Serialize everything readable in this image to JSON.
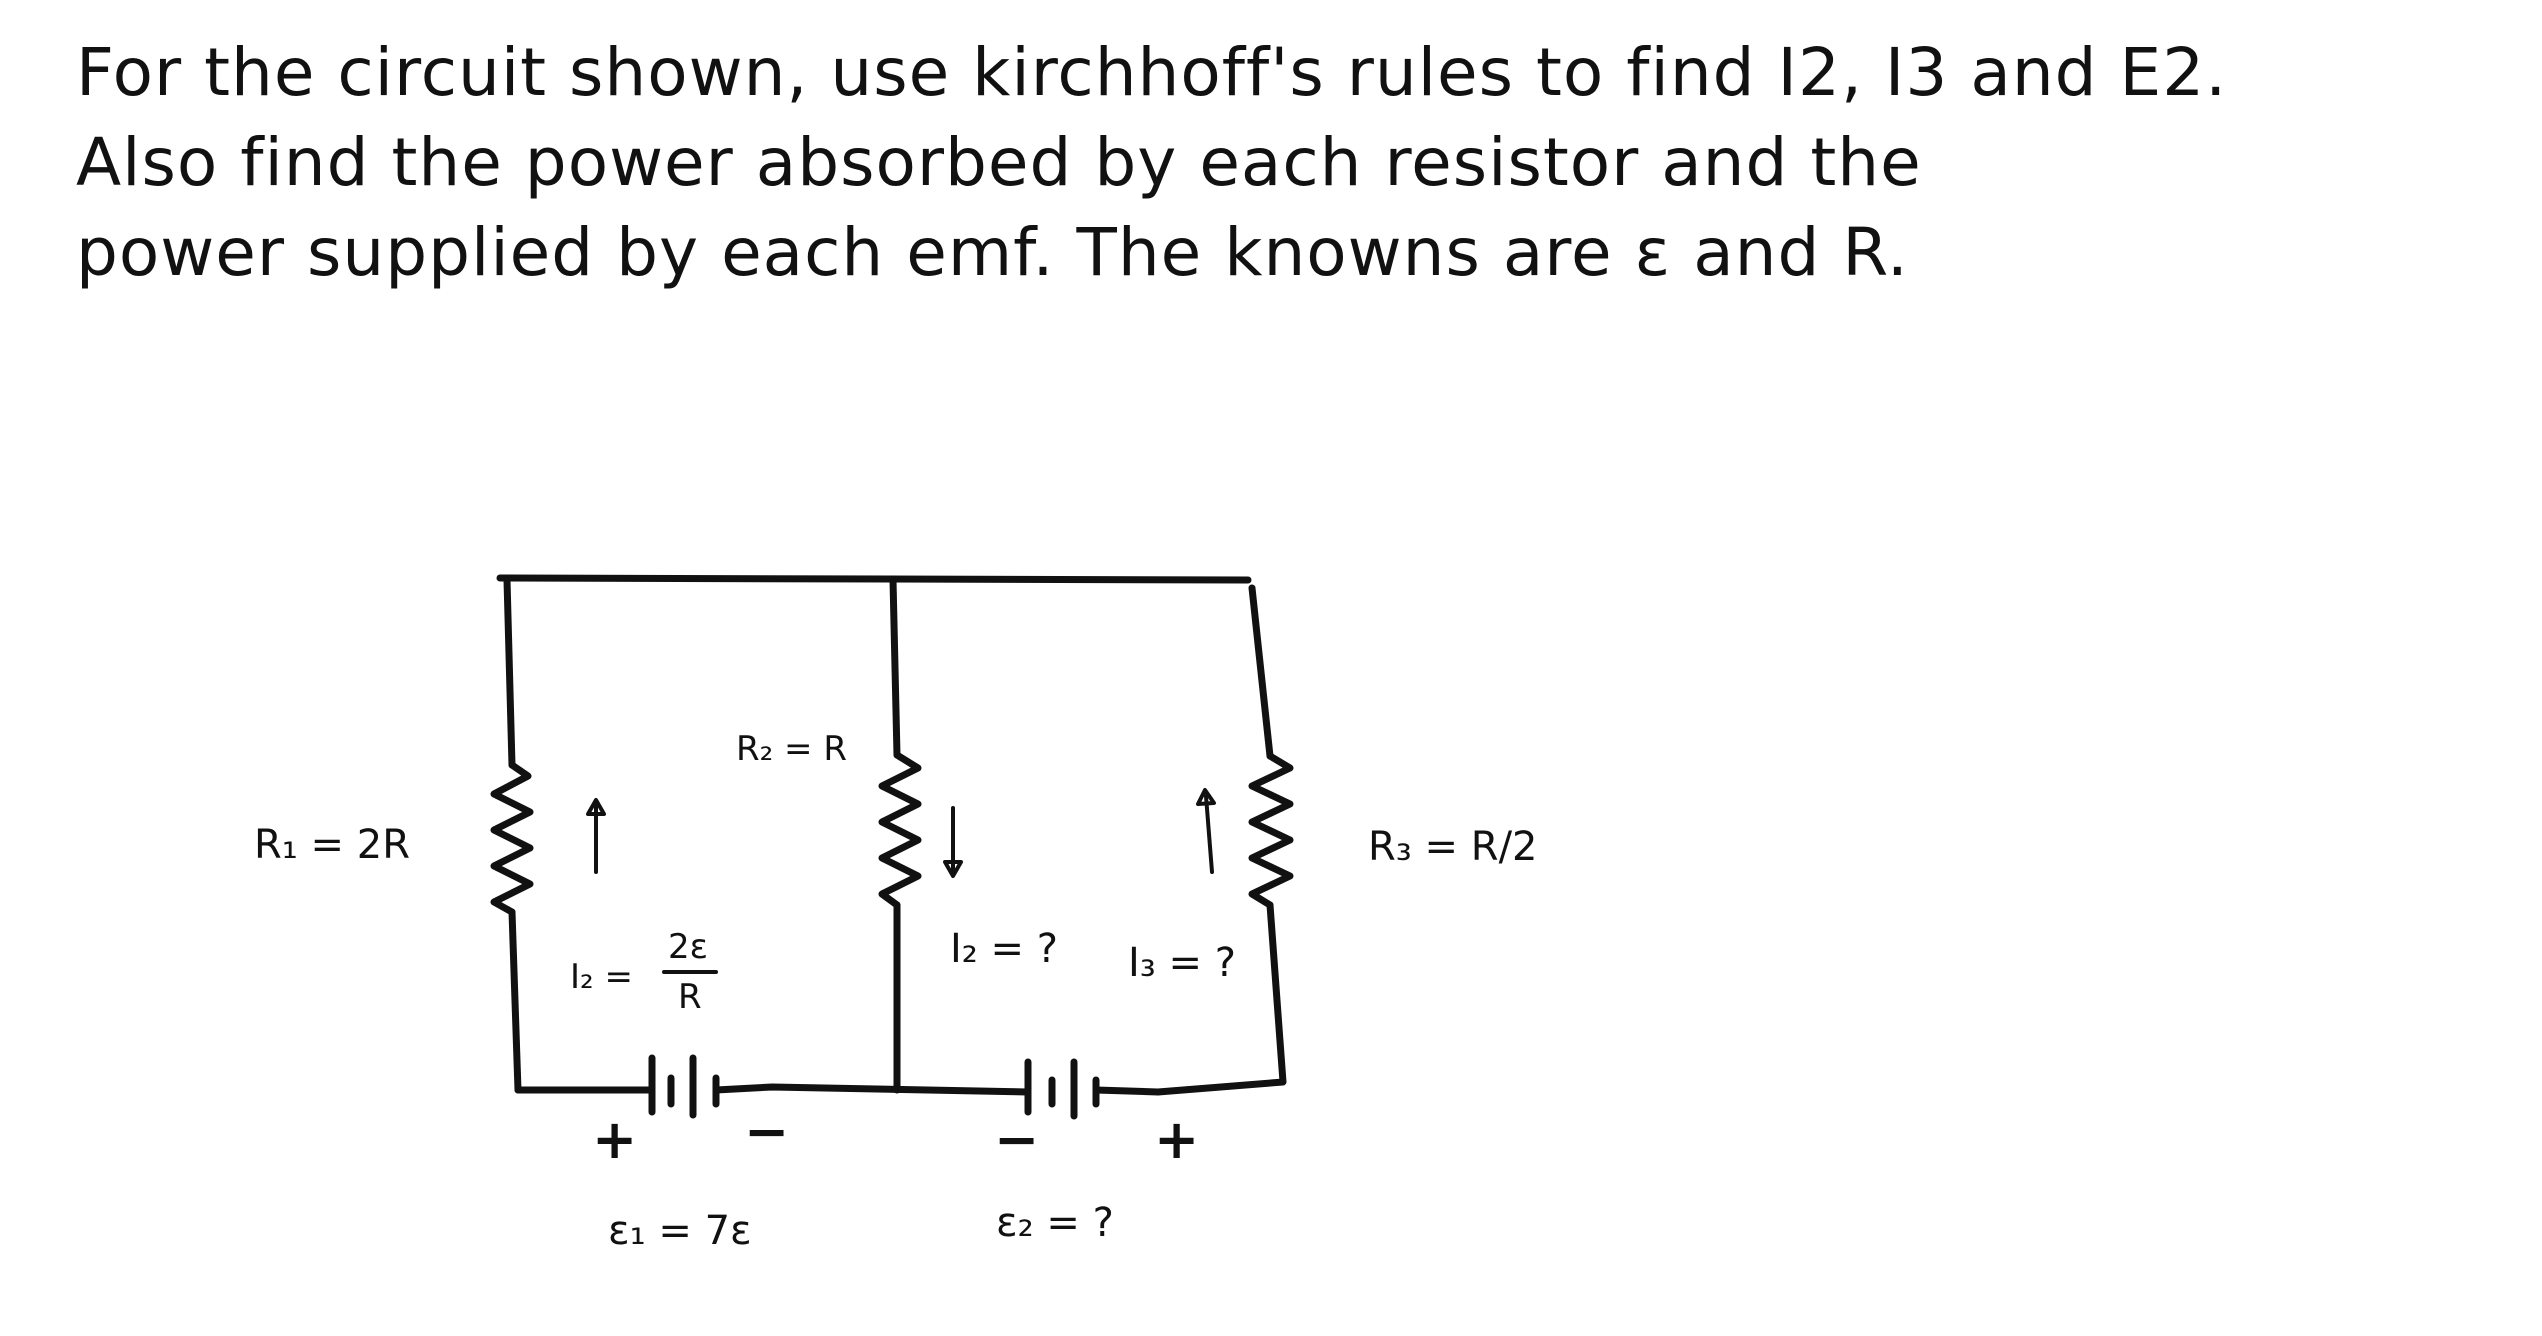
{
  "problem": {
    "line1": "For the circuit shown, use kirchhoff's rules to find I2, I3 and E2.",
    "line2": "Also find the power absorbed by each resistor and the",
    "line3": "power supplied by each emf. The knowns are ε and R."
  },
  "circuit": {
    "r1_label": "R₁ = 2R",
    "r2_label": "R₂ = R",
    "r3_label": "R₃ = R/2",
    "i_left_label": "I₂ = ",
    "i_left_num": "2ε",
    "i_left_den": "R",
    "i_mid_label": "I₂ = ?",
    "i_right_label": "I₃ = ?",
    "emf1_label": "ε₁ = 7ε",
    "emf2_label": "ε₂ = ?",
    "emf1_plus": "+",
    "emf1_minus": "−",
    "emf2_minus": "−",
    "emf2_plus": "+"
  }
}
